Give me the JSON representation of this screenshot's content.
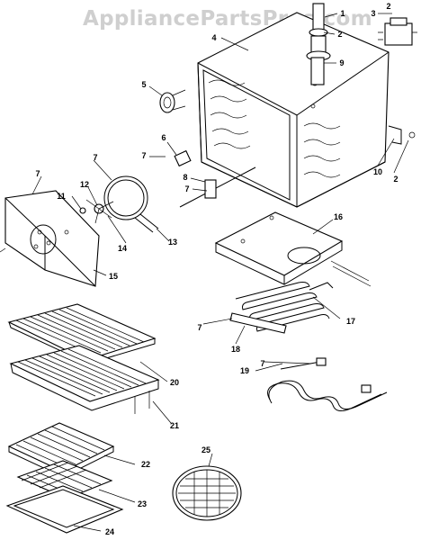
{
  "watermark": "AppliancePartsPros.com",
  "callouts": [
    "1",
    "2",
    "2",
    "3",
    "4",
    "5",
    "6",
    "7",
    "7",
    "7",
    "7",
    "7",
    "7",
    "8",
    "9",
    "10",
    "2",
    "11",
    "12",
    "13",
    "14",
    "15",
    "16",
    "17",
    "18",
    "19",
    "20",
    "21",
    "22",
    "23",
    "24",
    "25"
  ]
}
